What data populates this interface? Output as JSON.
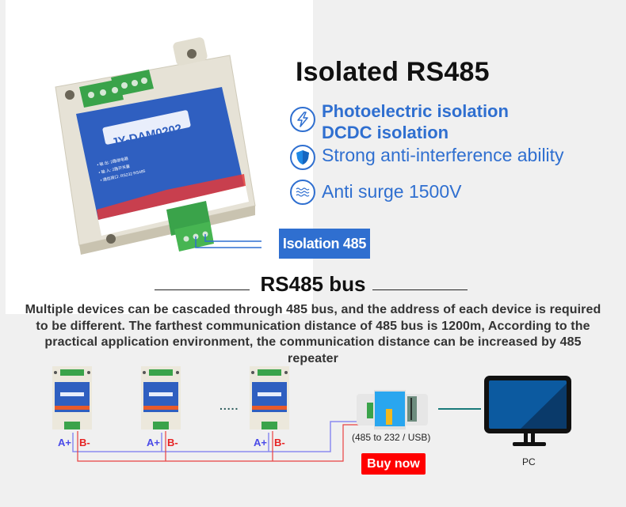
{
  "header": {
    "title": "Isolated RS485"
  },
  "product": {
    "model": "JY-DAM0202"
  },
  "features": [
    {
      "icon": "lightning-icon",
      "lines": [
        "Photoelectric isolation",
        "DCDC isolation"
      ]
    },
    {
      "icon": "shield-icon",
      "lines": [
        "Strong anti-interference ability"
      ]
    },
    {
      "icon": "waves-icon",
      "lines": [
        "Anti surge 1500V"
      ]
    }
  ],
  "badge": {
    "label": "Isolation 485"
  },
  "bus_section": {
    "title": "RS485 bus",
    "description": "Multiple devices can be cascaded through 485 bus, and the address of each device is required to be different. The farthest communication distance of 485 bus is 1200m, According to the practical application environment, the communication distance can be increased by 485 repeater"
  },
  "diagram": {
    "devices": [
      {
        "a_label": "A+",
        "b_label": "B-"
      },
      {
        "a_label": "A+",
        "b_label": "B-"
      },
      {
        "a_label": "A+",
        "b_label": "B-"
      }
    ],
    "ellipsis": ".....",
    "converter_caption": "(485 to 232 / USB)",
    "buy_button": "Buy now",
    "pc_label": "PC"
  },
  "colors": {
    "accent_blue": "#2f6fd0",
    "wire_a": "#8a8af0",
    "wire_b": "#e84040",
    "buy_red": "#ff0000",
    "pc_link": "#1a7a7a"
  }
}
